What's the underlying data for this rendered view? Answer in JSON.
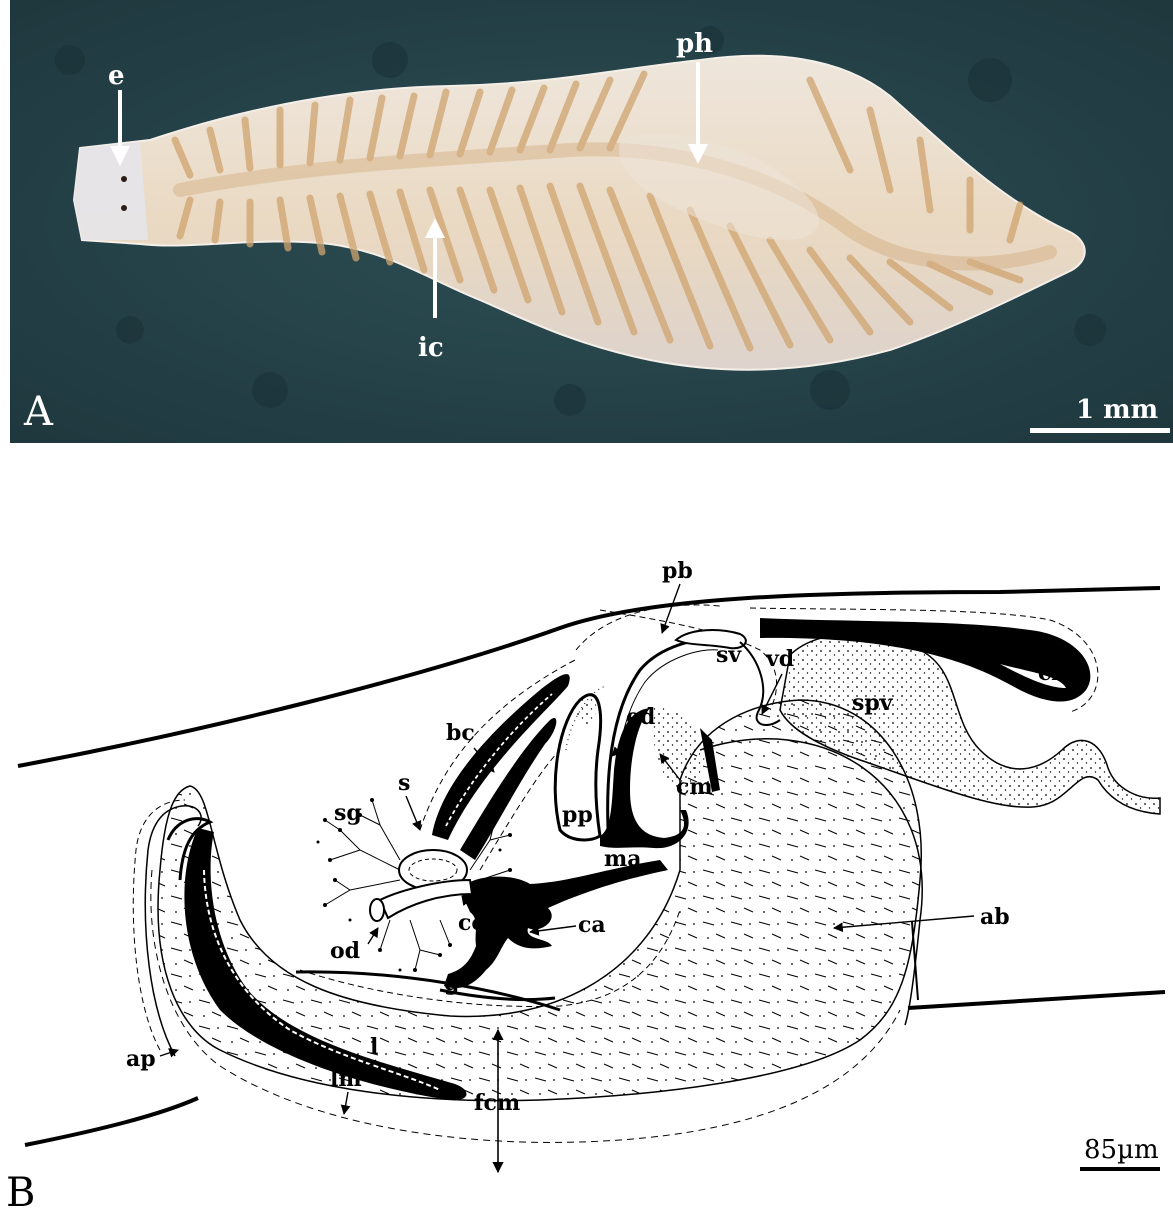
{
  "panel_a": {
    "letter": "A",
    "scale_label": "1 mm",
    "labels": {
      "e": "e",
      "ph": "ph",
      "ic": "ic"
    }
  },
  "panel_b": {
    "letter": "B",
    "scale_label": "85µm",
    "labels": {
      "pb": "pb",
      "sv": "sv",
      "vd": "vd",
      "cb": "cb",
      "spv": "spv",
      "bc": "bc",
      "ed": "ed",
      "cm": "cm",
      "s": "s",
      "sg": "sg",
      "pp": "pp",
      "ma": "ma",
      "cod": "cod",
      "ca": "ca",
      "od": "od",
      "g": "g",
      "ab": "ab",
      "ap": "ap",
      "l": "l",
      "fcm": "fcm",
      "lm": "lm"
    }
  },
  "colors": {
    "photo_bg": "#254349",
    "worm_body": "#e9ddcc",
    "intestine": "#cfa46f",
    "arrow": "#ffffff",
    "ink": "#000000"
  }
}
